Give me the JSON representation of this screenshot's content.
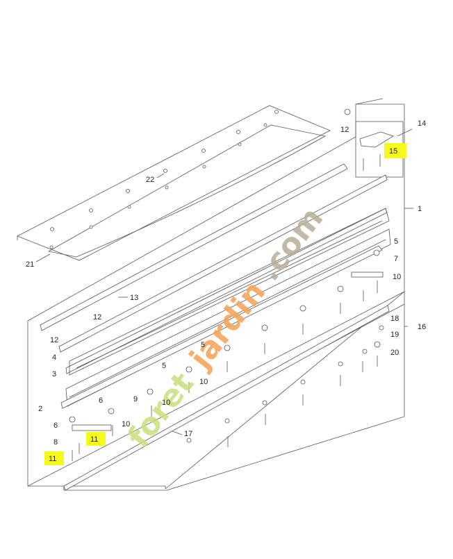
{
  "diagram": {
    "callouts": [
      {
        "id": "c22",
        "label": "22"
      },
      {
        "id": "c21",
        "label": "21"
      },
      {
        "id": "c12a",
        "label": "12"
      },
      {
        "id": "c14",
        "label": "14"
      },
      {
        "id": "c15",
        "label": "15",
        "highlight": true
      },
      {
        "id": "c1",
        "label": "1"
      },
      {
        "id": "c5a",
        "label": "5"
      },
      {
        "id": "c7a",
        "label": "7"
      },
      {
        "id": "c10a",
        "label": "10"
      },
      {
        "id": "c13",
        "label": "13"
      },
      {
        "id": "c12b",
        "label": "12"
      },
      {
        "id": "c12c",
        "label": "12"
      },
      {
        "id": "c4",
        "label": "4"
      },
      {
        "id": "c3",
        "label": "3"
      },
      {
        "id": "c5b",
        "label": "5"
      },
      {
        "id": "c5c",
        "label": "5"
      },
      {
        "id": "c10b",
        "label": "10"
      },
      {
        "id": "c2",
        "label": "2"
      },
      {
        "id": "c6a",
        "label": "6"
      },
      {
        "id": "c9",
        "label": "9"
      },
      {
        "id": "c10c",
        "label": "10"
      },
      {
        "id": "c6b",
        "label": "6"
      },
      {
        "id": "c10d",
        "label": "10"
      },
      {
        "id": "c8",
        "label": "8"
      },
      {
        "id": "c11a",
        "label": "11",
        "highlight": true
      },
      {
        "id": "c11b",
        "label": "11",
        "highlight": true
      },
      {
        "id": "c17",
        "label": "17"
      },
      {
        "id": "c16",
        "label": "16"
      },
      {
        "id": "c18",
        "label": "18"
      },
      {
        "id": "c19",
        "label": "19"
      },
      {
        "id": "c20",
        "label": "20"
      }
    ],
    "highlight_color": "#f6f91c"
  },
  "watermark": {
    "part1": "foret",
    "part2": "jardin",
    "part3": ".com",
    "colors": {
      "green": "#c7e07a",
      "orange": "#f4a65c",
      "grey": "#b9ad98"
    }
  }
}
